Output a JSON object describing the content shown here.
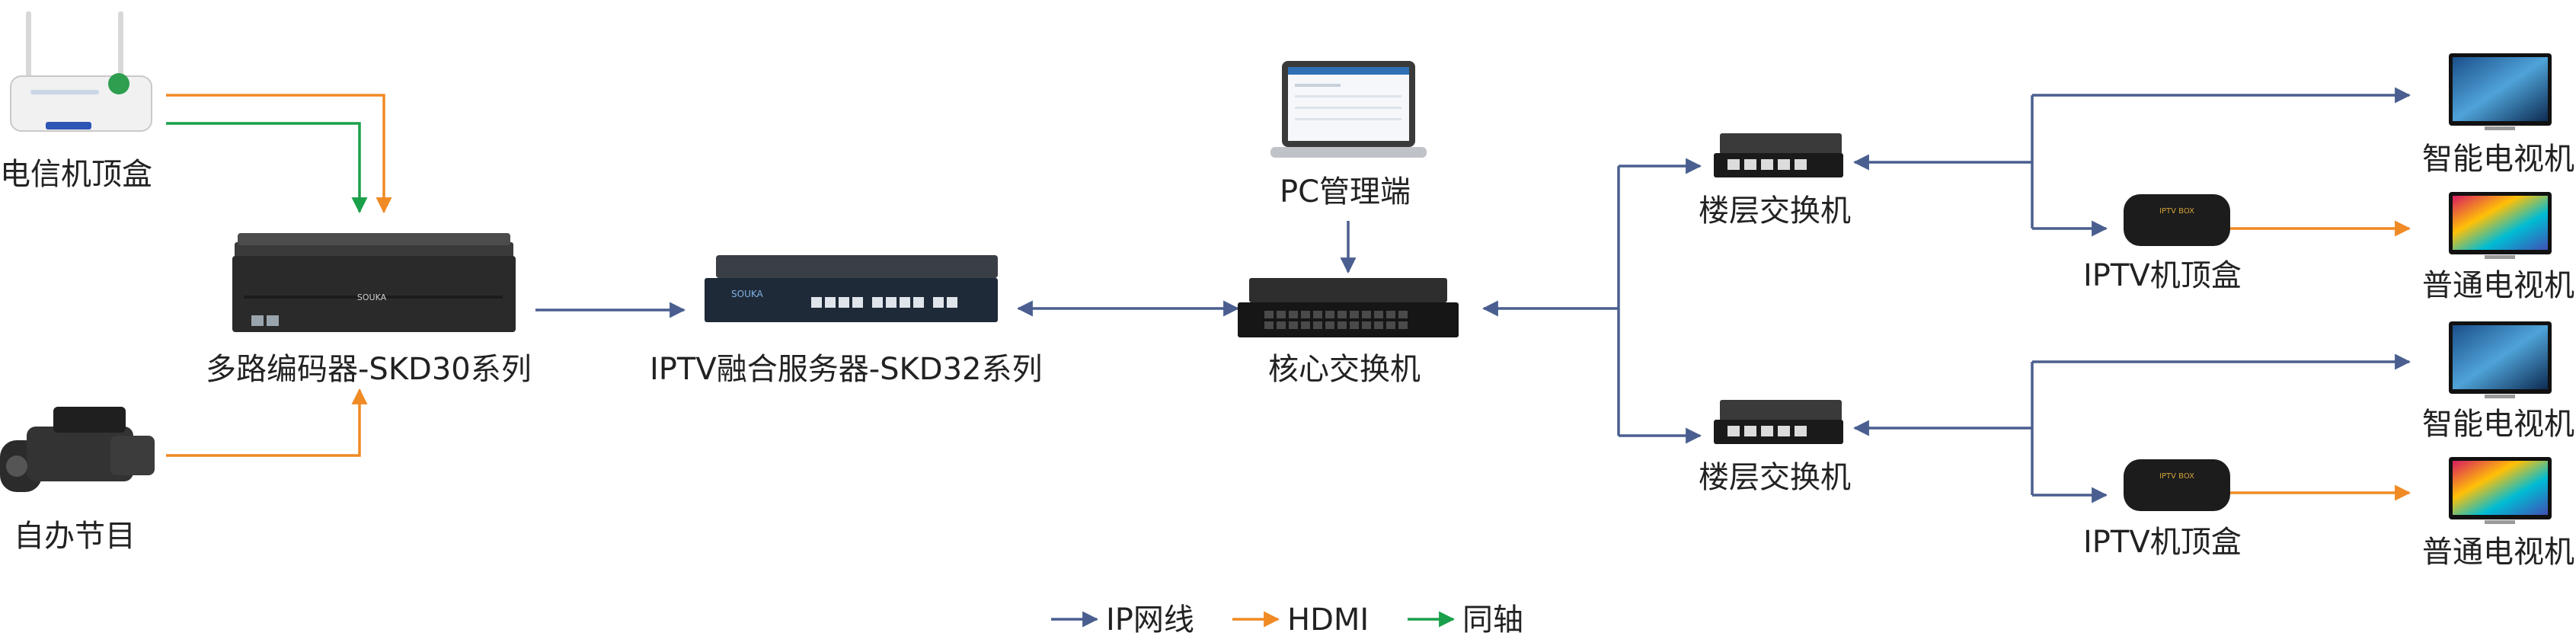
{
  "colors": {
    "ip": "#4a5f8f",
    "hdmi": "#f08a24",
    "coax": "#1aa04a"
  },
  "nodes": {
    "telecom_stb": "电信机顶盒",
    "self_program": "自办节目",
    "encoder": "多路编码器-SKD30系列",
    "iptv_server": "IPTV融合服务器-SKD32系列",
    "pc_admin": "PC管理端",
    "core_switch": "核心交换机",
    "floor_switch_1": "楼层交换机",
    "floor_switch_2": "楼层交换机",
    "iptv_stb_1": "IPTV机顶盒",
    "iptv_stb_2": "IPTV机顶盒",
    "smart_tv_1": "智能电视机",
    "normal_tv_1": "普通电视机",
    "smart_tv_2": "智能电视机",
    "normal_tv_2": "普通电视机"
  },
  "device_text": {
    "encoder_brand": "SOUKA",
    "server_brand": "SOUKA",
    "stb_brand": "IPTV BOX"
  },
  "legend": {
    "ip": "IP网线",
    "hdmi": "HDMI",
    "coax": "同轴"
  }
}
